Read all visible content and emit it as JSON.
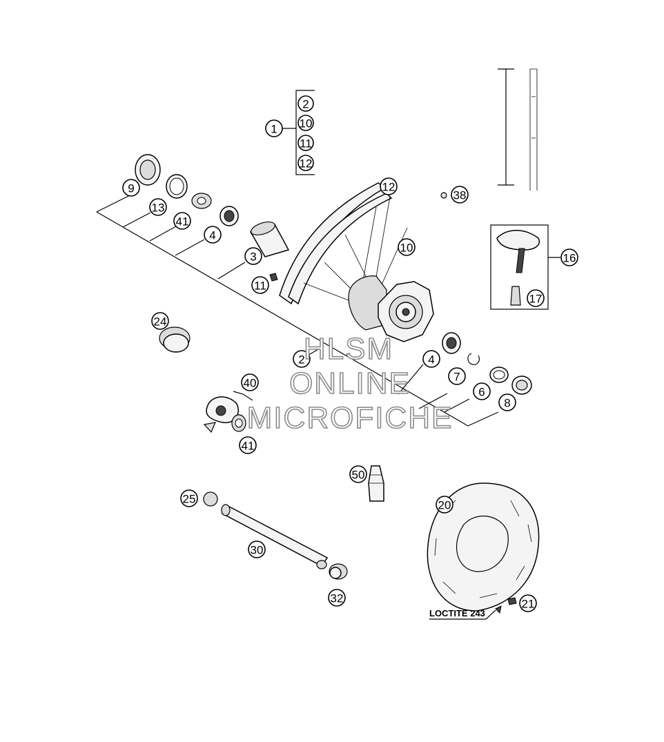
{
  "callouts": [
    {
      "id": "1"
    },
    {
      "id": "2"
    },
    {
      "id": "10"
    },
    {
      "id": "11"
    },
    {
      "id": "12"
    },
    {
      "id": "9"
    },
    {
      "id": "13"
    },
    {
      "id": "41"
    },
    {
      "id": "4"
    },
    {
      "id": "3"
    },
    {
      "id": "12"
    },
    {
      "id": "10"
    },
    {
      "id": "11"
    },
    {
      "id": "38"
    },
    {
      "id": "16"
    },
    {
      "id": "17"
    },
    {
      "id": "24"
    },
    {
      "id": "2"
    },
    {
      "id": "4"
    },
    {
      "id": "7"
    },
    {
      "id": "6"
    },
    {
      "id": "8"
    },
    {
      "id": "40"
    },
    {
      "id": "41"
    },
    {
      "id": "50"
    },
    {
      "id": "25"
    },
    {
      "id": "30"
    },
    {
      "id": "32"
    },
    {
      "id": "20"
    },
    {
      "id": "21"
    }
  ],
  "annotation": "LOCTITE 243",
  "watermark": [
    "HLSM",
    "ONLINE",
    "MICROFICHE"
  ]
}
